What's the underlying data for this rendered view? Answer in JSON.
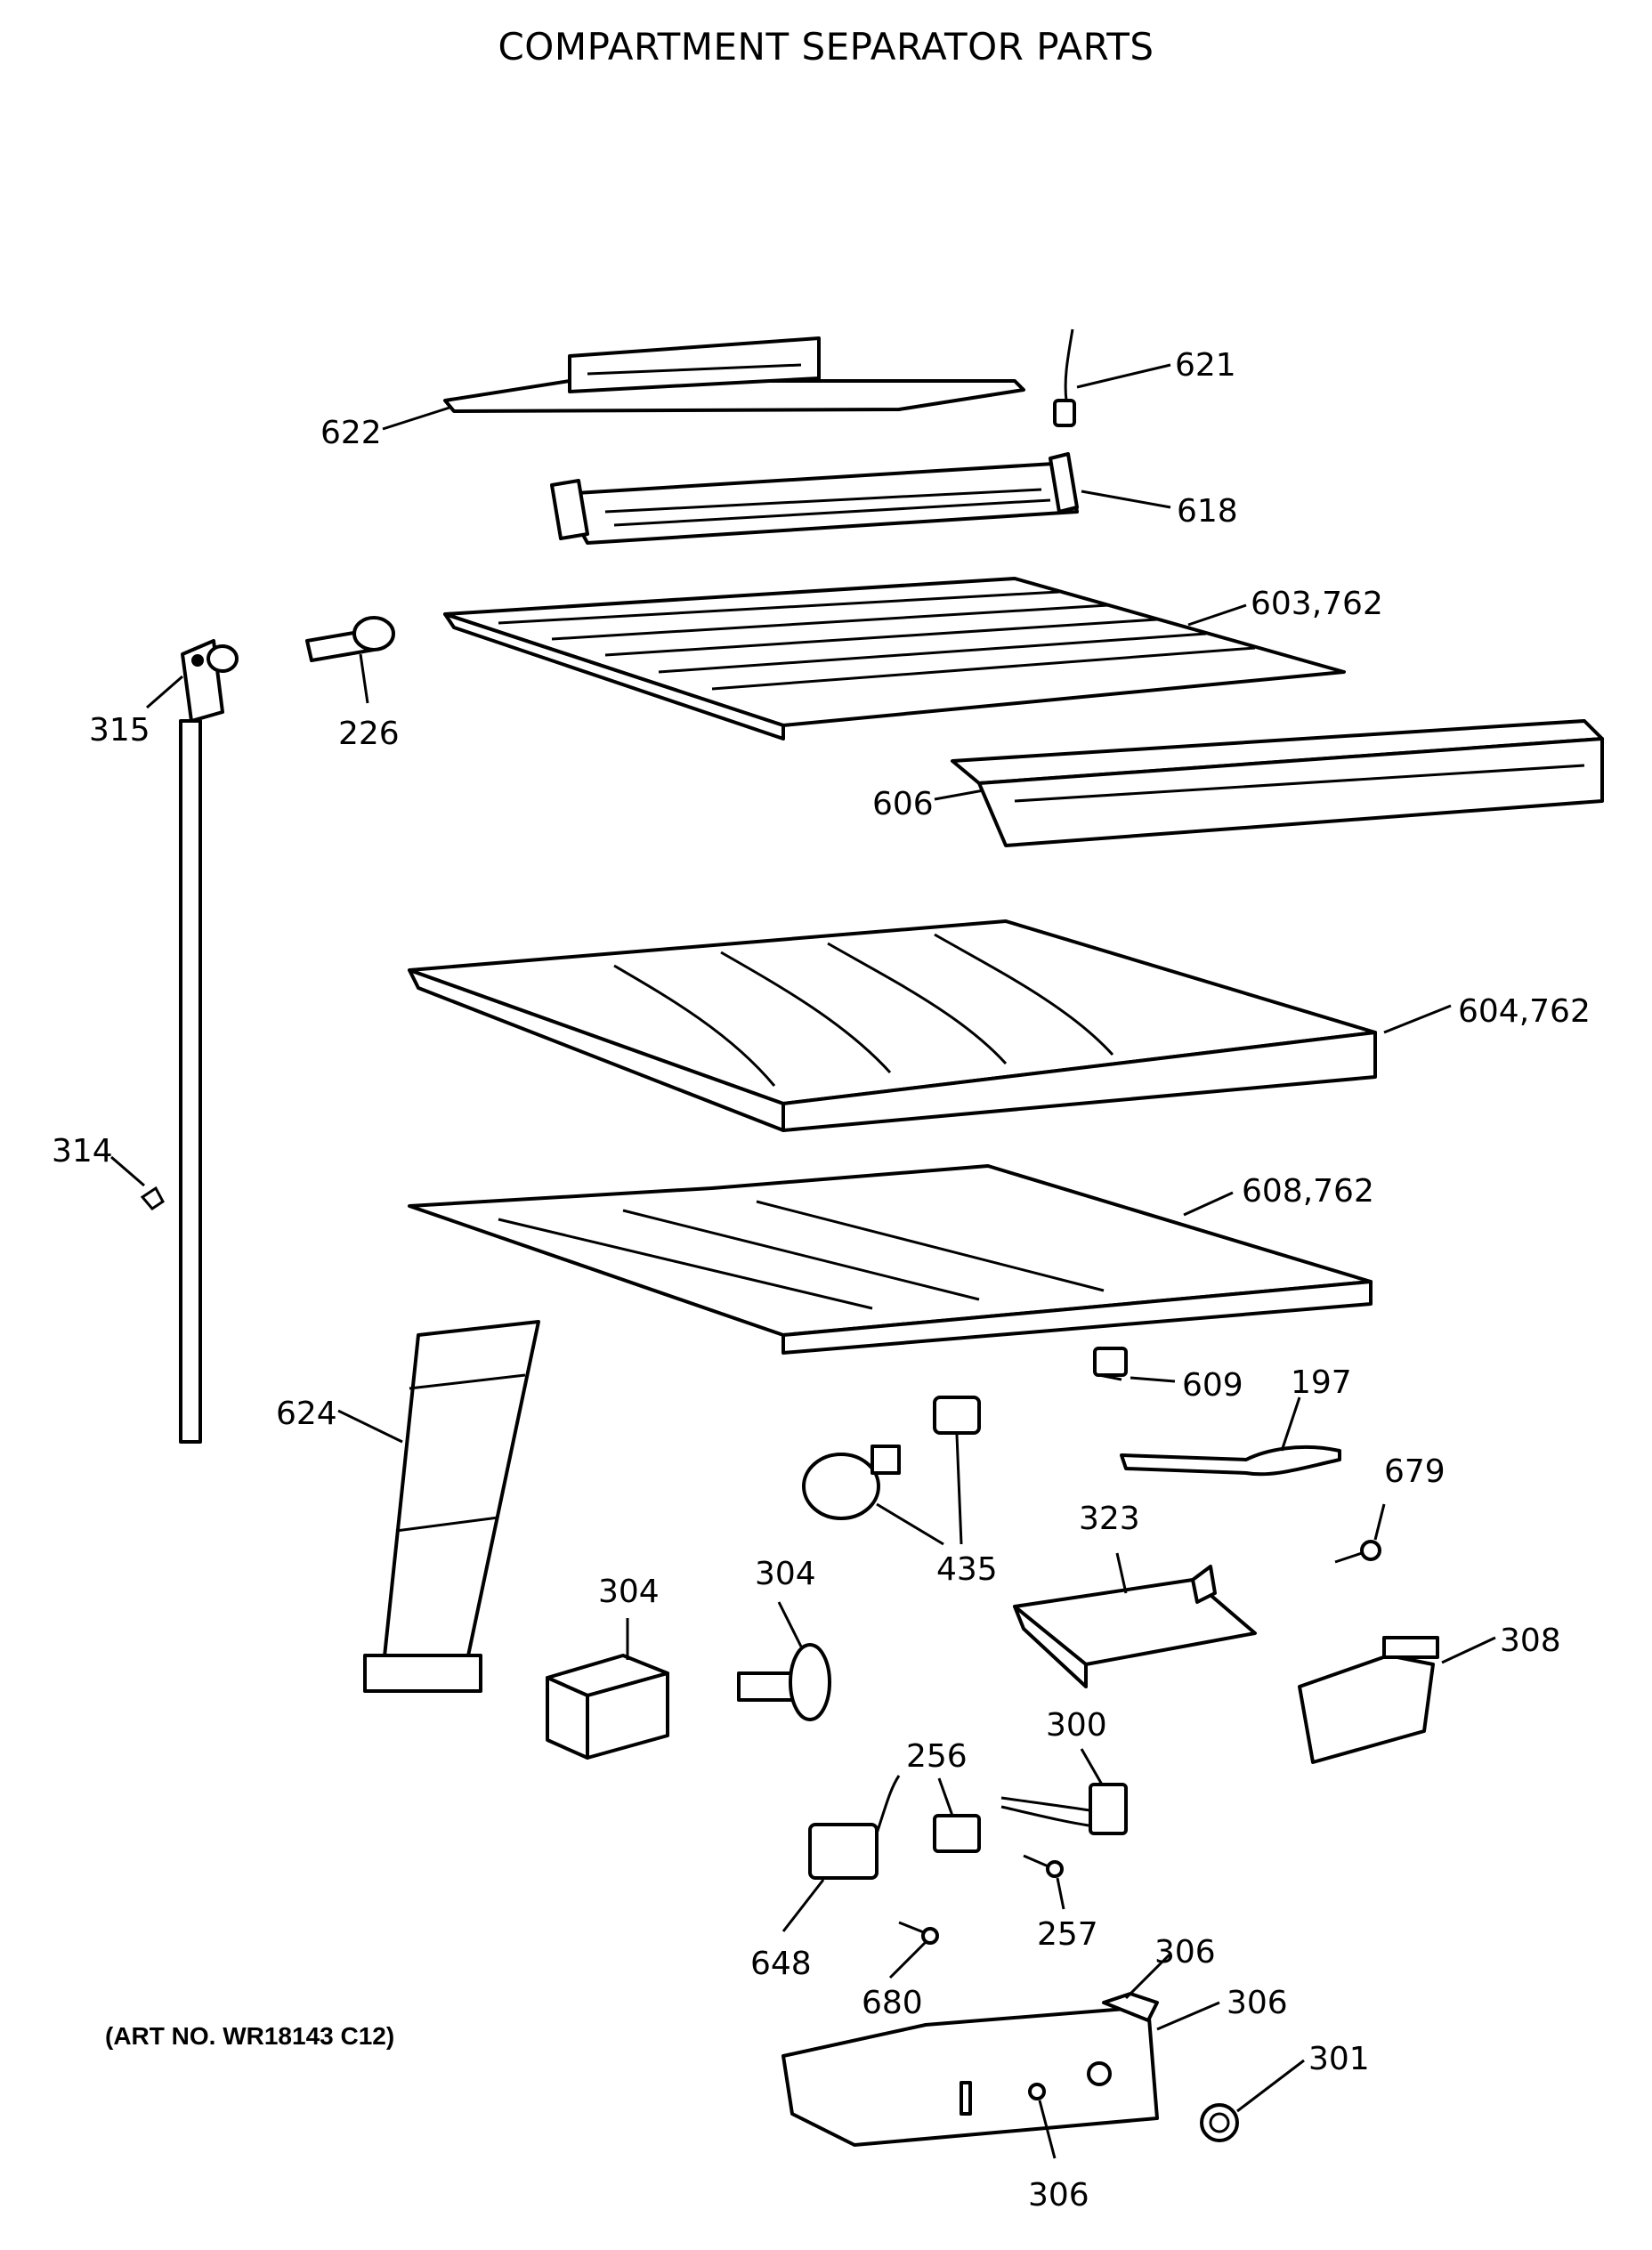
{
  "title": "COMPARTMENT SEPARATOR PARTS",
  "art_no": "(ART NO. WR18143 C12)",
  "labels": {
    "p621": "621",
    "p622": "622",
    "p618": "618",
    "p603": "603,762",
    "p315": "315",
    "p226": "226",
    "p606": "606",
    "p604": "604,762",
    "p314": "314",
    "p608": "608,762",
    "p609": "609",
    "p197": "197",
    "p624": "624",
    "p679": "679",
    "p435": "435",
    "p323": "323",
    "p304a": "304",
    "p304b": "304",
    "p308": "308",
    "p256": "256",
    "p300": "300",
    "p648": "648",
    "p257": "257",
    "p680": "680",
    "p306a": "306",
    "p306b": "306",
    "p306c": "306",
    "p301": "301"
  }
}
